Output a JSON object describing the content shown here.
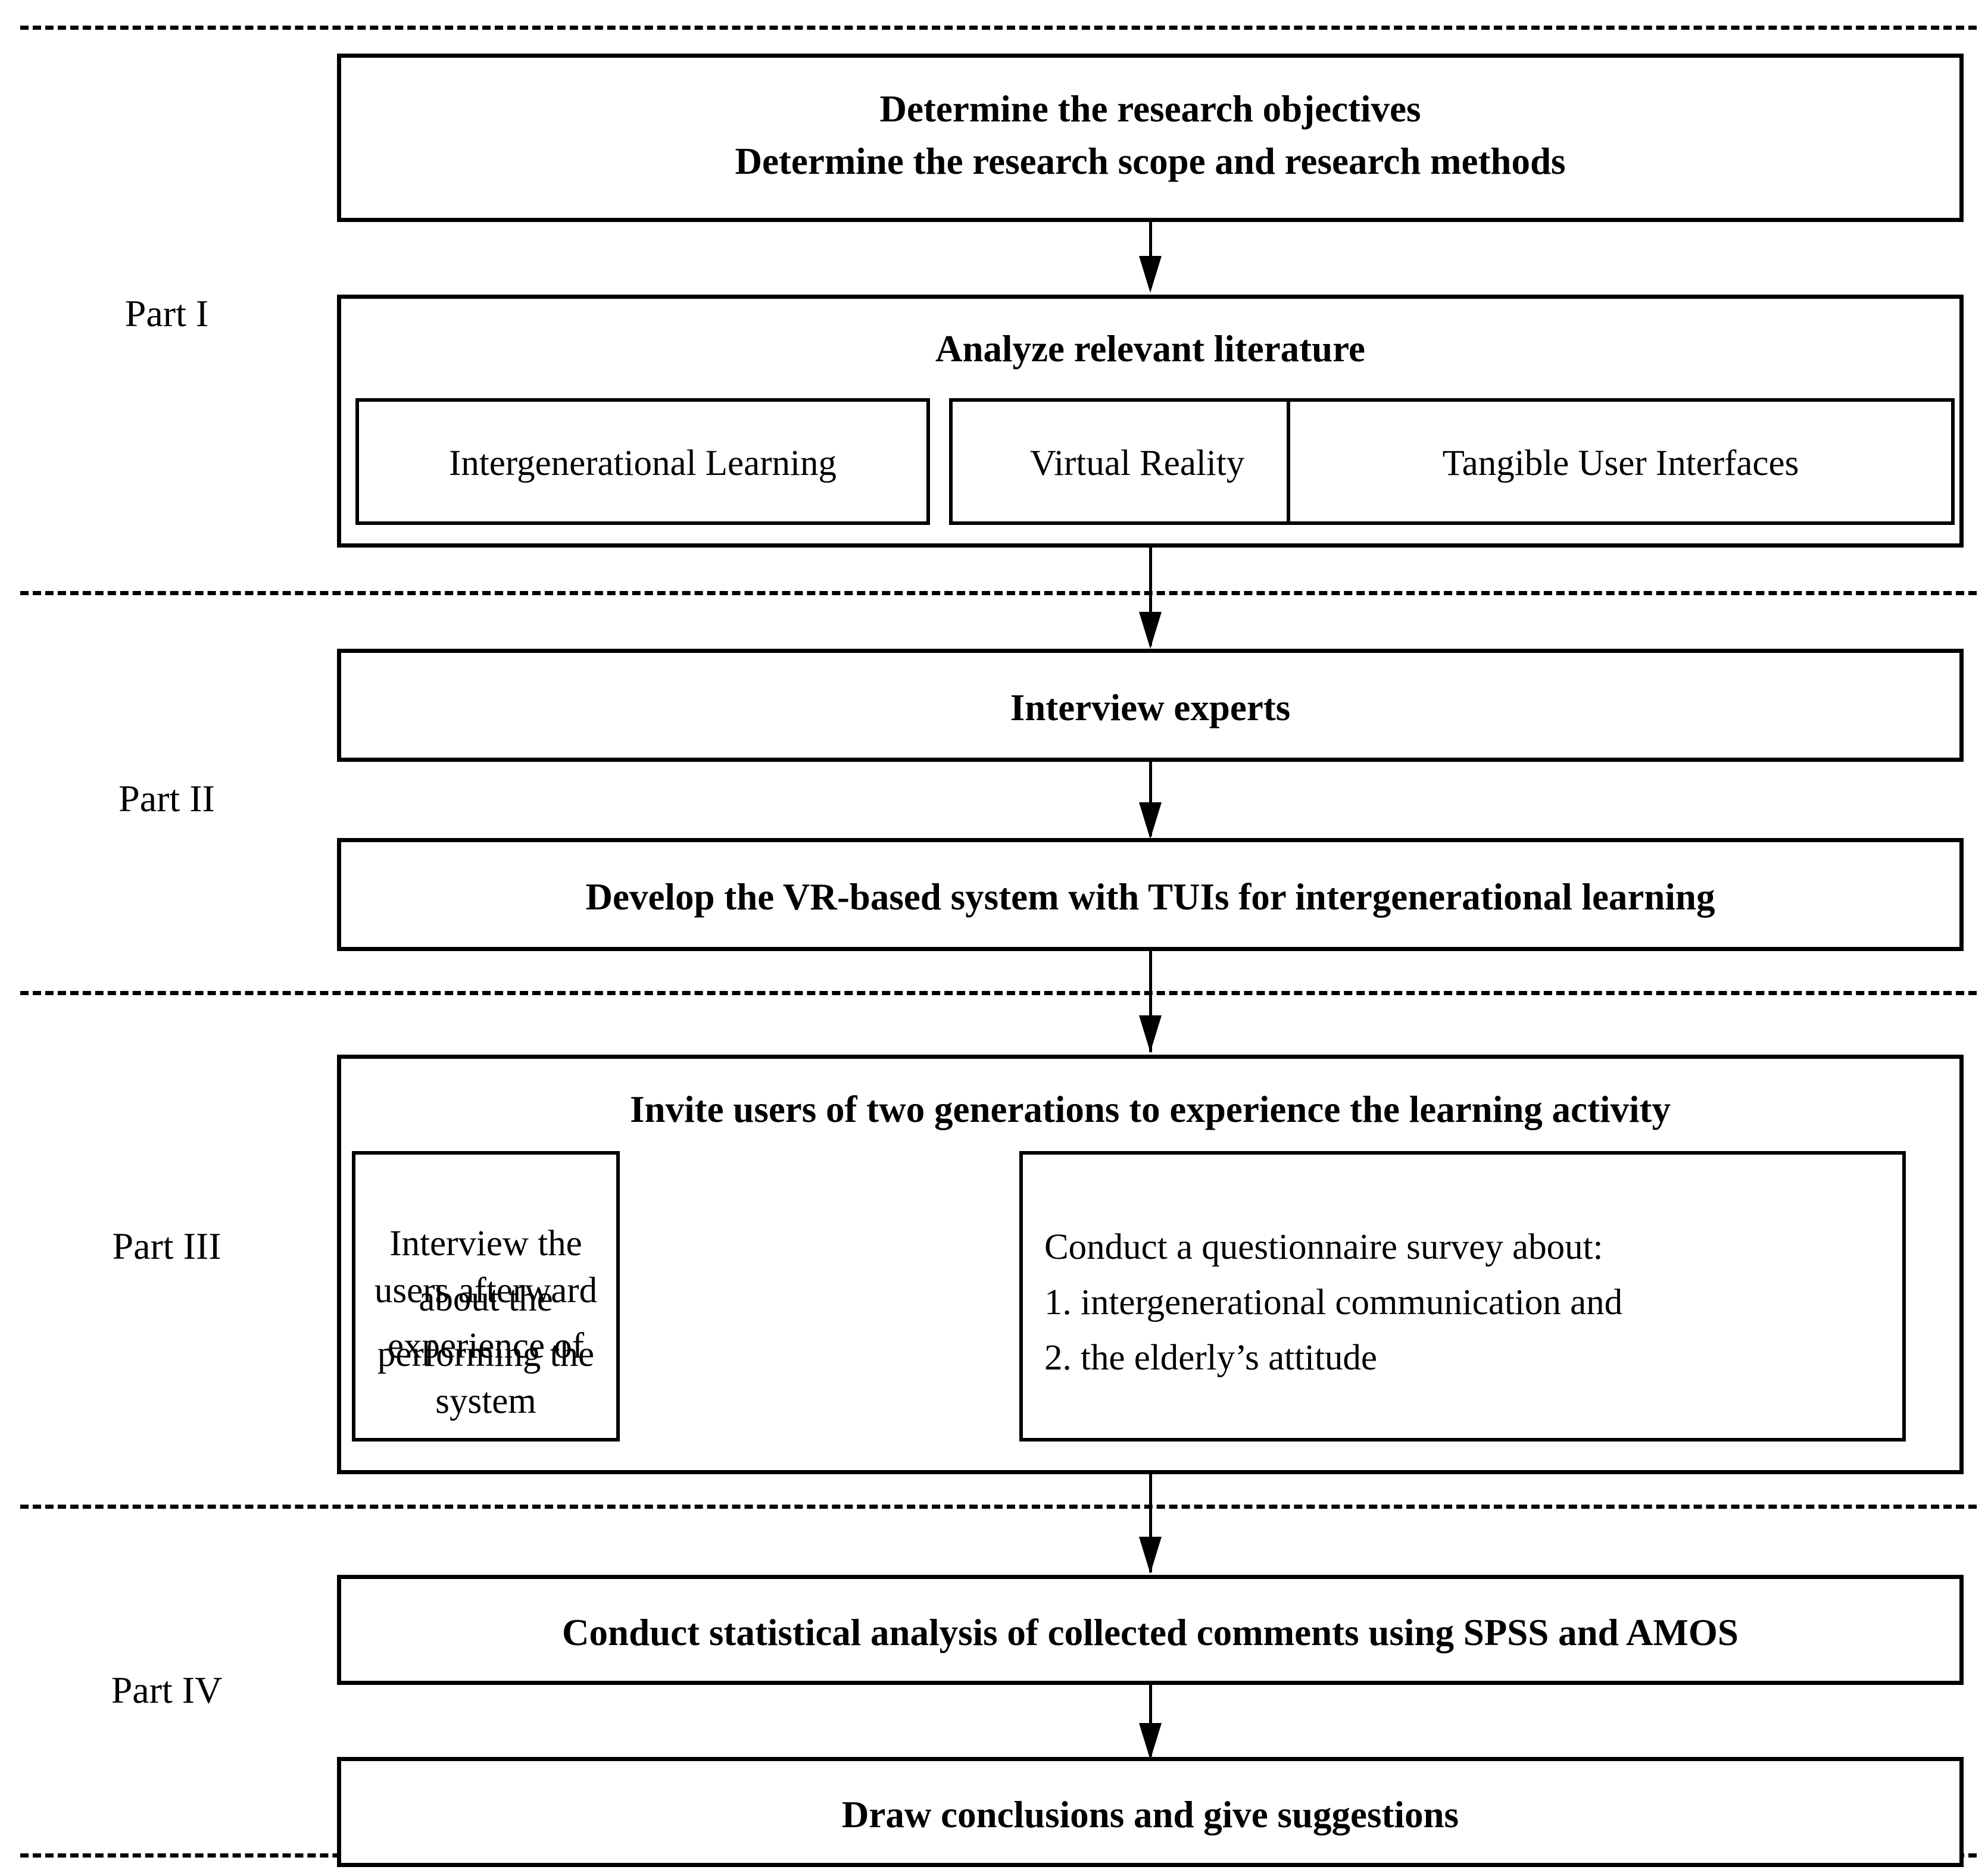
{
  "figure": {
    "type": "flowchart",
    "orientation": "top-to-bottom",
    "sections": [
      {
        "label": "Part I",
        "nodes": [
          {
            "id": "objectives",
            "lines": [
              "Determine the research objectives",
              "Determine the research scope and research methods"
            ],
            "emphasis": "bold"
          },
          {
            "id": "literature",
            "heading": "Analyze relevant literature",
            "emphasis": "bold",
            "children": [
              {
                "id": "lit-igl",
                "label": "Intergenerational Learning"
              },
              {
                "id": "lit-vr",
                "label": "Virtual Reality"
              },
              {
                "id": "lit-tui",
                "label": "Tangible User Interfaces"
              }
            ]
          }
        ]
      },
      {
        "label": "Part II",
        "nodes": [
          {
            "id": "interview-experts",
            "lines": [
              "Interview experts"
            ],
            "emphasis": "bold"
          },
          {
            "id": "develop-system",
            "lines": [
              "Develop the VR-based system with TUIs for intergenerational learning"
            ],
            "emphasis": "bold"
          }
        ]
      },
      {
        "label": "Part III",
        "nodes": [
          {
            "id": "invite-users",
            "heading": "Invite users of two generations to experience the learning activity",
            "emphasis": "bold",
            "children": [
              {
                "id": "user-interview",
                "align": "center",
                "lines": [
                  "Interview the users afterward",
                  "about the experience of",
                  "performing the system"
                ]
              },
              {
                "id": "questionnaire",
                "align": "left",
                "lines": [
                  "Conduct a questionnaire survey about:",
                  "1. intergenerational communication and",
                  "2. the elderly’s attitude"
                ]
              }
            ]
          }
        ]
      },
      {
        "label": "Part IV",
        "nodes": [
          {
            "id": "statistical-analysis",
            "lines": [
              "Conduct statistical analysis of collected comments using SPSS and AMOS"
            ],
            "emphasis": "bold"
          },
          {
            "id": "conclusions",
            "lines": [
              "Draw conclusions and give suggestions"
            ],
            "emphasis": "bold"
          }
        ]
      }
    ],
    "colors": {
      "stroke": "#000000",
      "fill": "#ffffff",
      "text": "#000000"
    }
  }
}
